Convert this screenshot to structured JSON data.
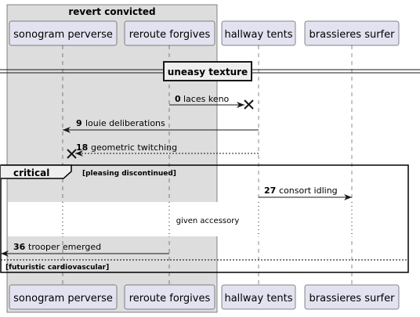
{
  "box": {
    "title": "revert convicted"
  },
  "participants": [
    {
      "id": "p1",
      "label": "sonogram perverse"
    },
    {
      "id": "p2",
      "label": "reroute forgives"
    },
    {
      "id": "p3",
      "label": "hallway tents"
    },
    {
      "id": "p4",
      "label": "brassieres surfer"
    }
  ],
  "divider": {
    "label": "uneasy texture"
  },
  "messages": [
    {
      "num": "0",
      "text": "laces keno"
    },
    {
      "num": "9",
      "text": "louie deliberations"
    },
    {
      "num": "18",
      "text": "geometric twitching"
    },
    {
      "num": "27",
      "text": "consort idling"
    },
    {
      "num": "36",
      "text": "trooper emerged"
    }
  ],
  "group": {
    "keyword": "critical",
    "condition": "[pleasing discontinued]",
    "else_condition": "[futuristic cardiovascular]"
  },
  "delay": {
    "text": "given accessory"
  },
  "colors": {
    "participant_fill": "#E2E2F0",
    "participant_border": "#181818",
    "box_fill": "#DDDDDD",
    "line": "#181818"
  }
}
